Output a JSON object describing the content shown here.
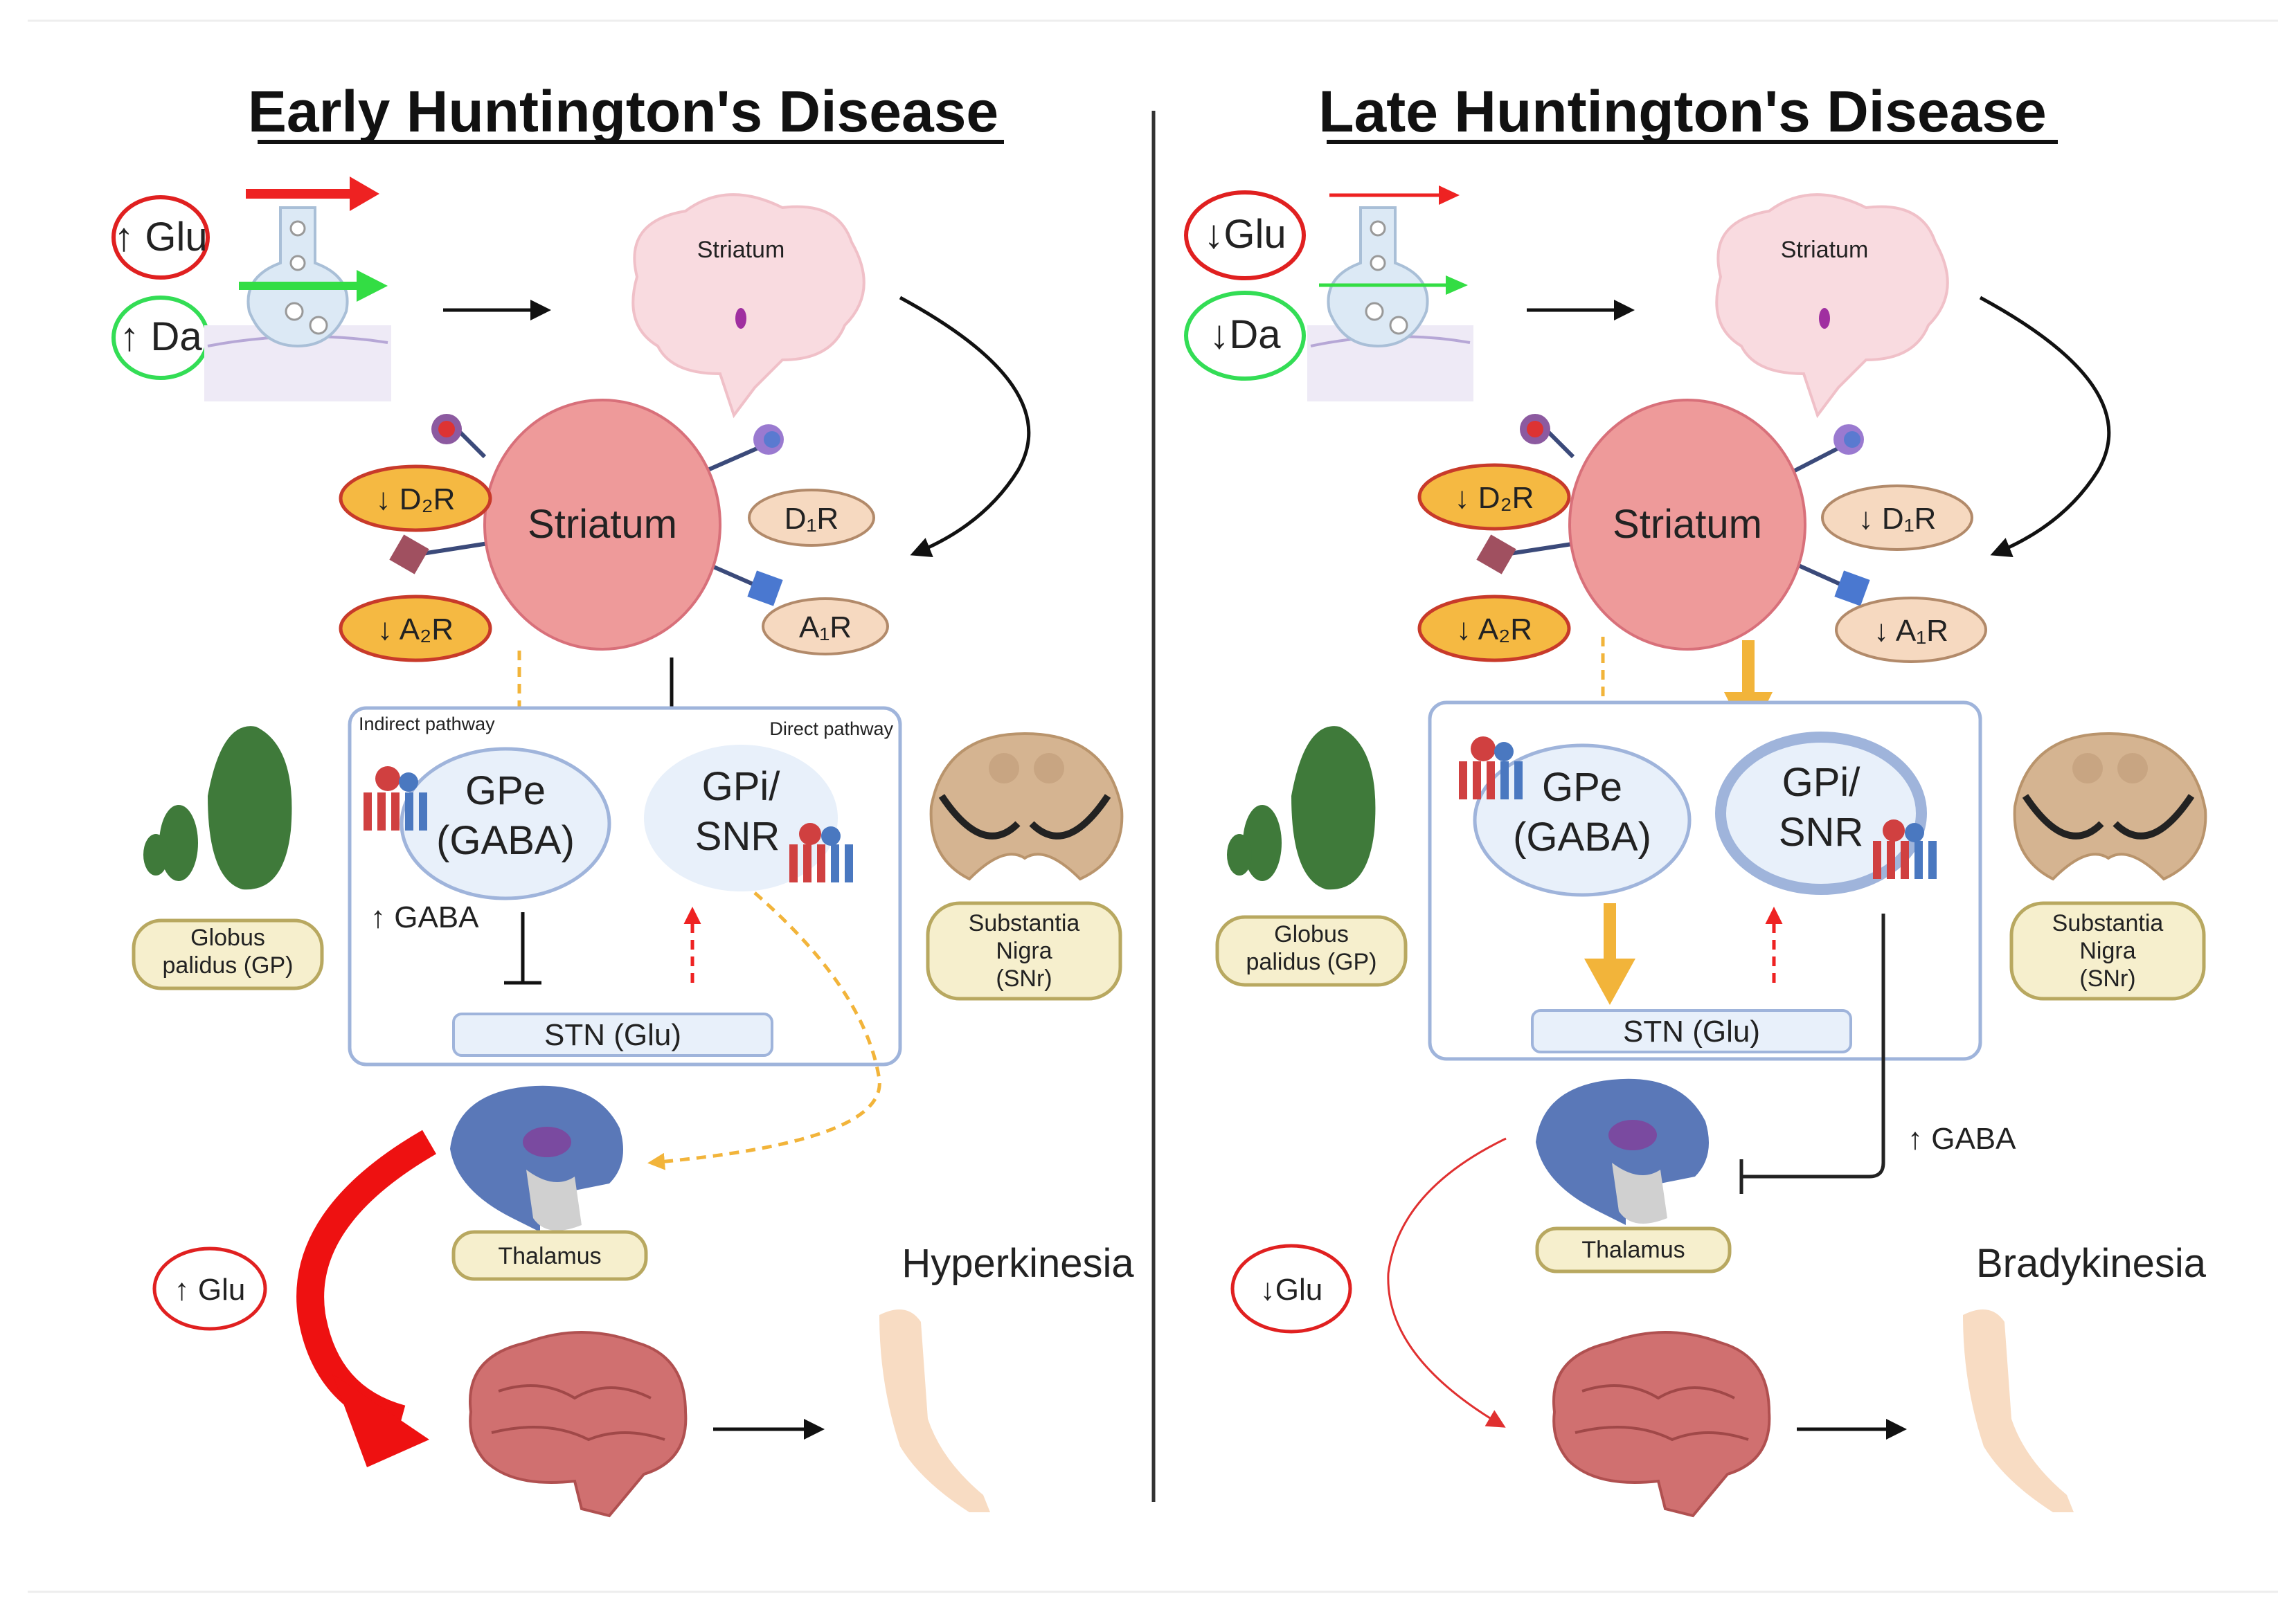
{
  "early": {
    "title": "Early Huntington's Disease",
    "glu_badge": "↑ Glu",
    "da_badge": "↑ Da",
    "brain_label": "Striatum",
    "striatum": "Striatum",
    "d2r": "↓ D₂R",
    "a2r": "↓ A₂R",
    "d1r": "D₁R",
    "a1r": "A₁R",
    "indirect": "Indirect pathway",
    "direct": "Direct pathway",
    "gpe_line1": "GPe",
    "gpe_line2": "(GABA)",
    "gpi_line1": "GPi/",
    "gpi_line2": "SNR",
    "gaba": "↑ GABA",
    "stn": "STN (Glu)",
    "gp_line1": "Globus",
    "gp_line2": "palidus (GP)",
    "sn_line1": "Substantia",
    "sn_line2": "Nigra",
    "sn_line3": "(SNr)",
    "thalamus": "Thalamus",
    "glu_out": "↑ Glu",
    "outcome": "Hyperkinesia"
  },
  "late": {
    "title": "Late Huntington's Disease",
    "glu_badge": "↓Glu",
    "da_badge": "↓Da",
    "brain_label": "Striatum",
    "striatum": "Striatum",
    "d2r": "↓ D₂R",
    "a2r": "↓ A₂R",
    "d1r": "↓ D₁R",
    "a1r": "↓ A₁R",
    "gpe_line1": "GPe",
    "gpe_line2": "(GABA)",
    "gpi_line1": "GPi/",
    "gpi_line2": "SNR",
    "gaba": "↑ GABA",
    "stn": "STN (Glu)",
    "gp_line1": "Globus",
    "gp_line2": "palidus (GP)",
    "sn_line1": "Substantia",
    "sn_line2": "Nigra",
    "sn_line3": "(SNr)",
    "thalamus": "Thalamus",
    "glu_out": "↓Glu",
    "outcome": "Bradykinesia"
  },
  "colors": {
    "striatum": "#ee9a9a",
    "orange_pill": "#f5b942",
    "tan_pill": "#f6d9c0",
    "gold_pill": "#f6efcd",
    "pathway": "#f2b43a",
    "glu_arrow": "#ee2222",
    "da_arrow": "#33dd33",
    "box_border": "#9fb4db"
  }
}
